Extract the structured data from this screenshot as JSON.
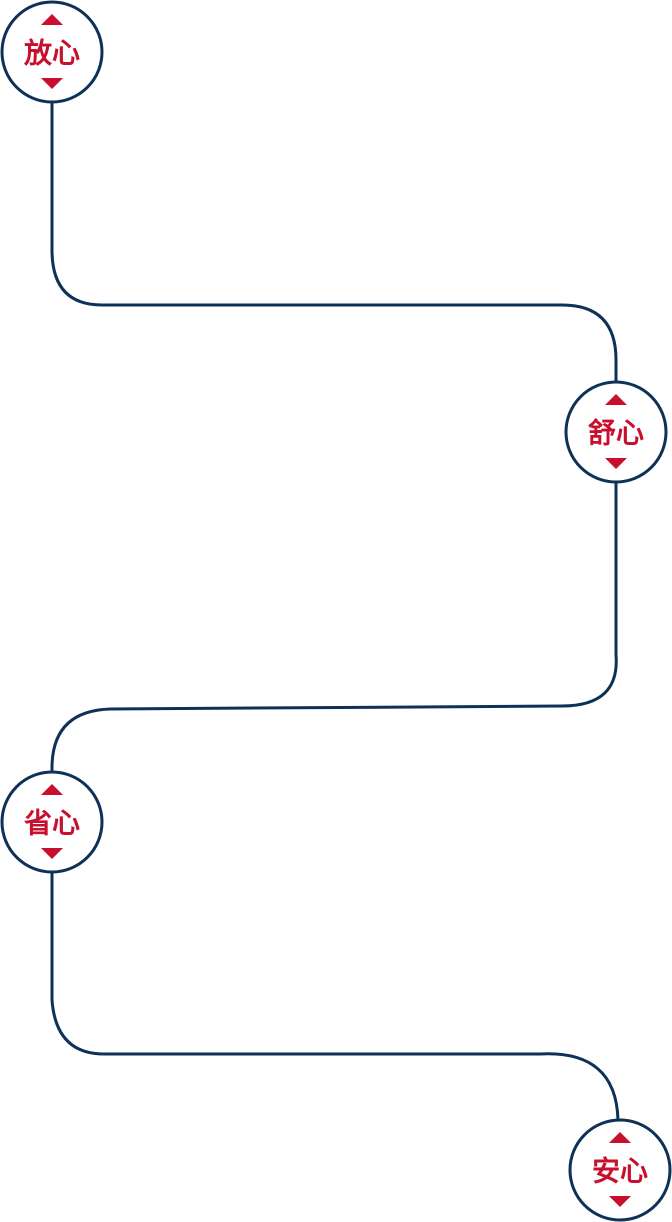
{
  "colors": {
    "line": "#0d3157",
    "accent": "#c8102e",
    "background": "#ffffff"
  },
  "nodes": [
    {
      "label": "放心",
      "icon": "up-down-triangles"
    },
    {
      "label": "舒心",
      "icon": "up-down-triangles"
    },
    {
      "label": "省心",
      "icon": "up-down-triangles"
    },
    {
      "label": "安心",
      "icon": "up-down-triangles"
    }
  ]
}
